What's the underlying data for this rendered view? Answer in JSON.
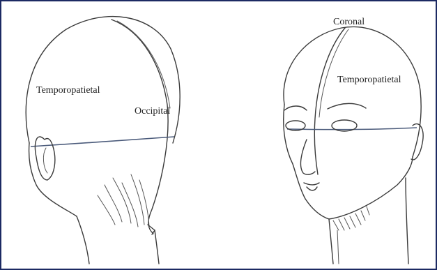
{
  "figure": {
    "left_view": {
      "labels": {
        "temporoparietal": "Temporopatietal",
        "occipital": "Occipital"
      }
    },
    "right_view": {
      "labels": {
        "coronal": "Coronal",
        "temporoparietal": "Temporopatietal"
      }
    }
  },
  "colors": {
    "frame_border": "#1c2a63",
    "line": "#3a3a3a",
    "band_line": "#4a5a7a",
    "label_text": "#222222"
  }
}
